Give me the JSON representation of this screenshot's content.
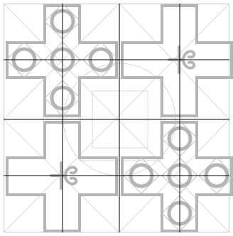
{
  "colors": {
    "background": "#ffffff",
    "outline": "#b5b5b5",
    "thin_line": "#c8c8c8",
    "axis_line": "#000000"
  },
  "tiles": [
    {
      "id": "top-left",
      "motif": "circles"
    },
    {
      "id": "top-right",
      "motif": "spiral"
    },
    {
      "id": "bottom-left",
      "motif": "spiral"
    },
    {
      "id": "bottom-right",
      "motif": "circles"
    }
  ]
}
